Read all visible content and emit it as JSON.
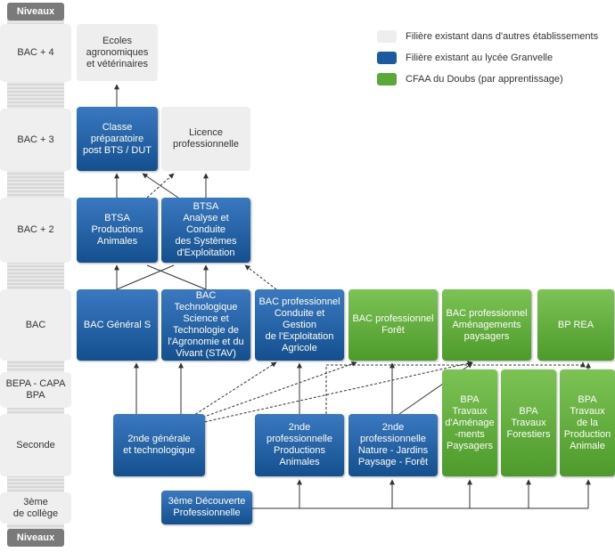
{
  "colors": {
    "grey": "#eeeeee",
    "blue": "#1a5aa0",
    "green": "#5aa936",
    "line": "#333333"
  },
  "levels": {
    "header": "Niveaux",
    "footer": "Niveaux",
    "items": [
      {
        "id": "bac4",
        "label": "BAC + 4"
      },
      {
        "id": "bac3",
        "label": "BAC + 3"
      },
      {
        "id": "bac2",
        "label": "BAC + 2"
      },
      {
        "id": "bac",
        "label": "BAC"
      },
      {
        "id": "bepa",
        "label": "BEPA - CAPA\nBPA"
      },
      {
        "id": "seconde",
        "label": "Seconde"
      },
      {
        "id": "troisieme",
        "label": "3ème\nde collège"
      }
    ]
  },
  "legend": [
    {
      "id": "grey",
      "label": "Filière existant dans d'autres établissements"
    },
    {
      "id": "blue",
      "label": "Filière existant au lycée Granvelle"
    },
    {
      "id": "green",
      "label": "CFAA du Doubs (par apprentissage)"
    }
  ],
  "nodes": [
    {
      "id": "ecoles",
      "type": "grey",
      "label": "Ecoles\nagronomiques\net vétérinaires"
    },
    {
      "id": "classe-prepa",
      "type": "blue",
      "label": "Classe\npréparatoire\npost BTS / DUT"
    },
    {
      "id": "licence-pro",
      "type": "grey",
      "label": "Licence\nprofessionnelle"
    },
    {
      "id": "btsa-pa",
      "type": "blue",
      "label": "BTSA\nProductions\nAnimales"
    },
    {
      "id": "btsa-acse",
      "type": "blue",
      "label": "BTSA\nAnalyse et Conduite\ndes Systèmes\nd'Exploitation"
    },
    {
      "id": "bac-s",
      "type": "blue",
      "label": "BAC Général S"
    },
    {
      "id": "bac-stav",
      "type": "blue",
      "label": "BAC Technologique\nScience et\nTechnologie de\nl'Agronomie et du\nVivant (STAV)"
    },
    {
      "id": "bac-pro-cgea",
      "type": "blue",
      "label": "BAC professionnel\nConduite et Gestion\nde l'Exploitation\nAgricole"
    },
    {
      "id": "bac-pro-foret",
      "type": "green",
      "label": "BAC professionnel\nForêt"
    },
    {
      "id": "bac-pro-ap",
      "type": "green",
      "label": "BAC professionnel\nAménagements\npaysagers"
    },
    {
      "id": "bp-rea",
      "type": "green",
      "label": "BP REA"
    },
    {
      "id": "bpa-tap",
      "type": "green",
      "label": "BPA\nTravaux\nd'Aménage\n-ments\nPaysagers"
    },
    {
      "id": "bpa-tf",
      "type": "green",
      "label": "BPA\nTravaux\nForestiers"
    },
    {
      "id": "bpa-tpa",
      "type": "green",
      "label": "BPA\nTravaux\nde la\nProduction\nAnimale"
    },
    {
      "id": "seconde-gt",
      "type": "blue",
      "label": "2nde générale\net technologique"
    },
    {
      "id": "seconde-pro-pa",
      "type": "blue",
      "label": "2nde\nprofessionnelle\nProductions\nAnimales"
    },
    {
      "id": "seconde-pro-njpf",
      "type": "blue",
      "label": "2nde\nprofessionnelle\nNature - Jardins\nPaysage - Forêt"
    },
    {
      "id": "troisieme-dp",
      "type": "blue",
      "label": "3ème Découverte\nProfessionnelle"
    }
  ]
}
